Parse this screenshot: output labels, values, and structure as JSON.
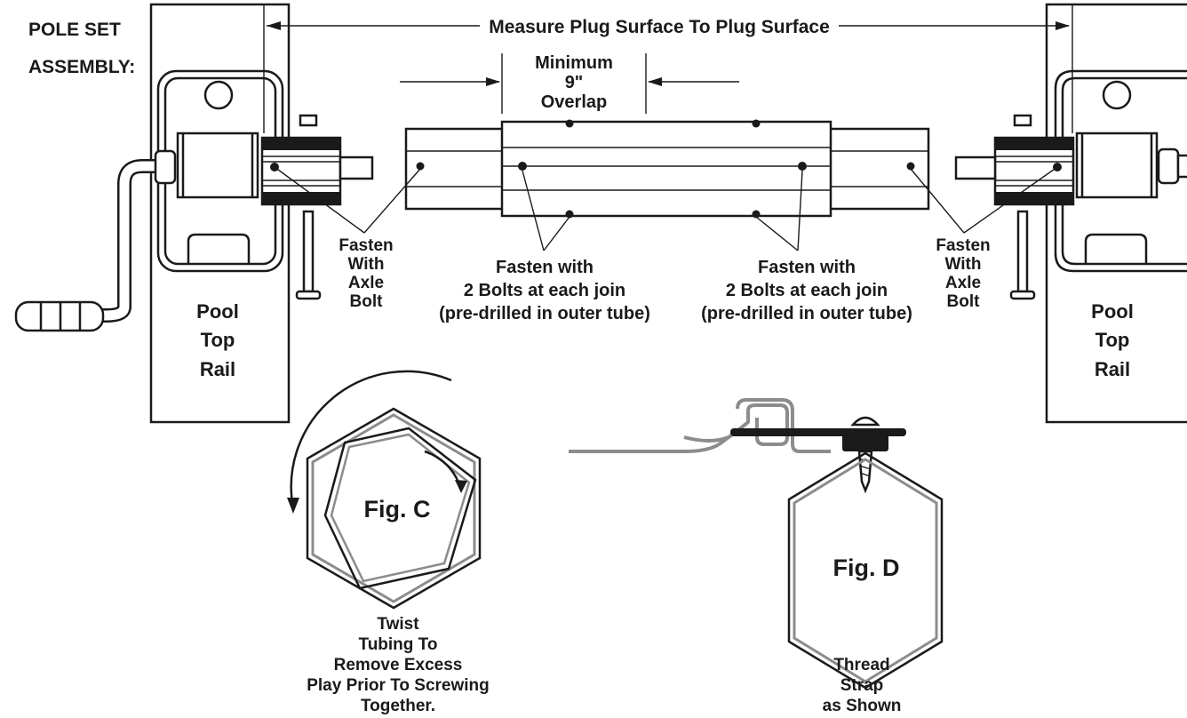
{
  "heading": [
    "POLE SET",
    "ASSEMBLY:"
  ],
  "measure_label": "Measure Plug Surface To Plug Surface",
  "overlap_label": [
    "Minimum",
    "9\"",
    "Overlap"
  ],
  "fasten_axle_left": [
    "Fasten",
    "With",
    "Axle",
    "Bolt"
  ],
  "fasten_axle_right": [
    "Fasten",
    "With",
    "Axle",
    "Bolt"
  ],
  "fasten_bolts_left": [
    "Fasten with",
    "2 Bolts at each join",
    "(pre-drilled in outer tube)"
  ],
  "fasten_bolts_right": [
    "Fasten with",
    "2 Bolts at each join",
    "(pre-drilled in outer tube)"
  ],
  "rail_left": [
    "Pool",
    "Top",
    "Rail"
  ],
  "rail_right": [
    "Pool",
    "Top",
    "Rail"
  ],
  "fig_c": {
    "title": "Fig. C",
    "caption": [
      "Twist",
      "Tubing To",
      "Remove Excess",
      "Play Prior To Screwing",
      "Together."
    ]
  },
  "fig_d": {
    "title": "Fig. D",
    "caption": [
      "Thread",
      "Strap",
      "as Shown"
    ]
  },
  "colors": {
    "ink": "#1a1a1a",
    "strap_grey": "#8c8c8c",
    "paper": "#ffffff"
  }
}
